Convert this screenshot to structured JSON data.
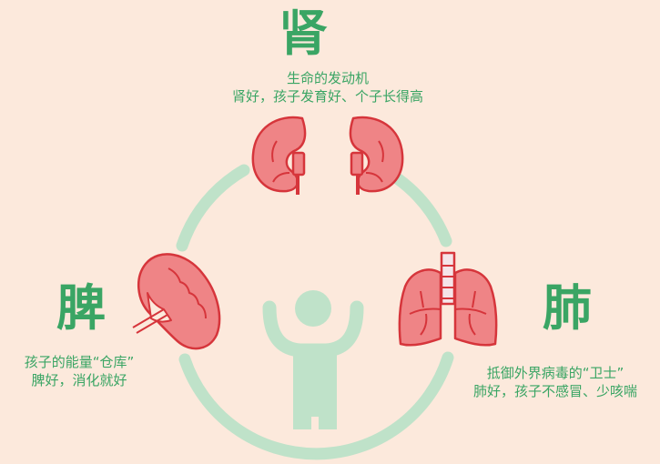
{
  "colors": {
    "background": "#fce9dc",
    "green_text": "#3aa564",
    "ring_green": "#bfe2c9",
    "organ_fill": "#ef8486",
    "organ_stroke": "#d6353b"
  },
  "kidney": {
    "title": "肾",
    "line1": "生命的发动机",
    "line2": "肾好，孩子发育好、个子长得高",
    "icon": "kidney-icon"
  },
  "spleen": {
    "title": "脾",
    "line1": "孩子的能量“仓库”",
    "line2": "脾好，消化就好",
    "icon": "spleen-icon"
  },
  "lung": {
    "title": "肺",
    "line1": "抵御外界病毒的“卫士”",
    "line2": "肺好，孩子不感冒、少咳喘",
    "icon": "lungs-icon"
  },
  "center": {
    "icon": "child-figure-icon"
  }
}
